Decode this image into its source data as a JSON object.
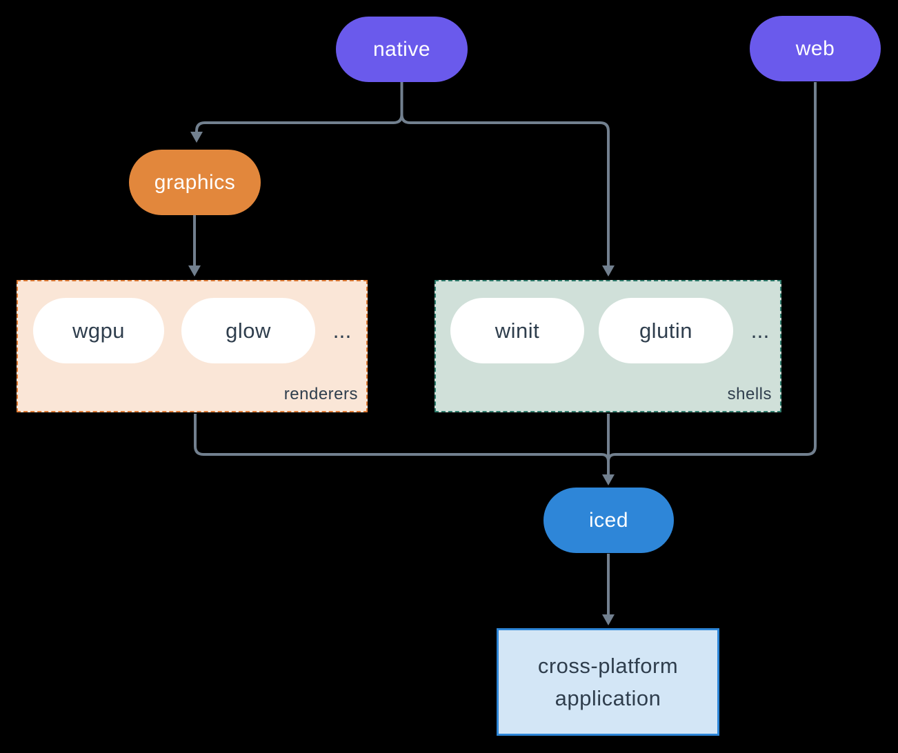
{
  "diagram": {
    "background_color": "#000000",
    "connector_color": "#72808f",
    "nodes": {
      "native": {
        "label": "native",
        "fill": "#6a5aec",
        "text_color": "#ffffff"
      },
      "web": {
        "label": "web",
        "fill": "#6a5aec",
        "text_color": "#ffffff"
      },
      "graphics": {
        "label": "graphics",
        "fill": "#e2873c",
        "text_color": "#ffffff"
      },
      "iced": {
        "label": "iced",
        "fill": "#2e86d8",
        "text_color": "#ffffff"
      },
      "application": {
        "line1": "cross-platform",
        "line2": "application",
        "fill": "#d3e6f6",
        "border_color": "#2e86d8",
        "text_color": "#2f3e4d"
      }
    },
    "groups": {
      "renderers": {
        "label": "renderers",
        "fill": "#fae6d7",
        "border_color": "#e07c36",
        "item_fill": "#ffffff",
        "item_text_color": "#2f3e4d",
        "items": [
          "wgpu",
          "glow"
        ],
        "ellipsis": "..."
      },
      "shells": {
        "label": "shells",
        "fill": "#d0e0d9",
        "border_color": "#2f7d6d",
        "item_fill": "#ffffff",
        "item_text_color": "#2f3e4d",
        "items": [
          "winit",
          "glutin"
        ],
        "ellipsis": "..."
      }
    }
  }
}
